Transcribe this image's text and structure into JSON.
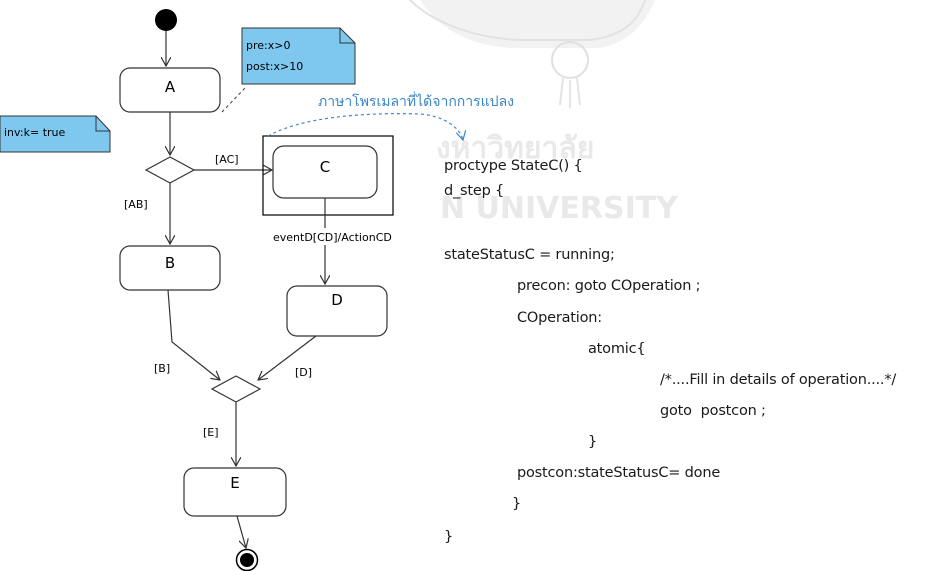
{
  "diagram": {
    "states": [
      "A",
      "B",
      "C",
      "D",
      "E"
    ],
    "transition_labels": {
      "ac": "[AC]",
      "ab": "[AB]",
      "cd": "eventD[CD]/ActionCD",
      "b": "[B]",
      "d": "[D]",
      "e": "[E]"
    },
    "notes": {
      "pre": "pre:x>0",
      "post": "post:x>10",
      "inv": "inv:k= true"
    },
    "annotation": "ภาษาโพรเมลาที่ได้จากการแปลง",
    "colors": {
      "note_fill": "#7ec8f0",
      "annotation": "#3b86c8",
      "line": "#333333"
    }
  },
  "watermark": {
    "line1": "งหาวิทยาลัย",
    "line2": "N UNIVERSITY"
  },
  "code_lines": [
    "proctype StateC() {",
    "d_step {",
    "stateStatusC = running;",
    "precon: goto COperation ;",
    "COperation:",
    "atomic{",
    "/*....Fill in details of operation....*/",
    "goto  postcon ;",
    "}",
    "postcon:stateStatusC= done",
    "}",
    "}"
  ]
}
